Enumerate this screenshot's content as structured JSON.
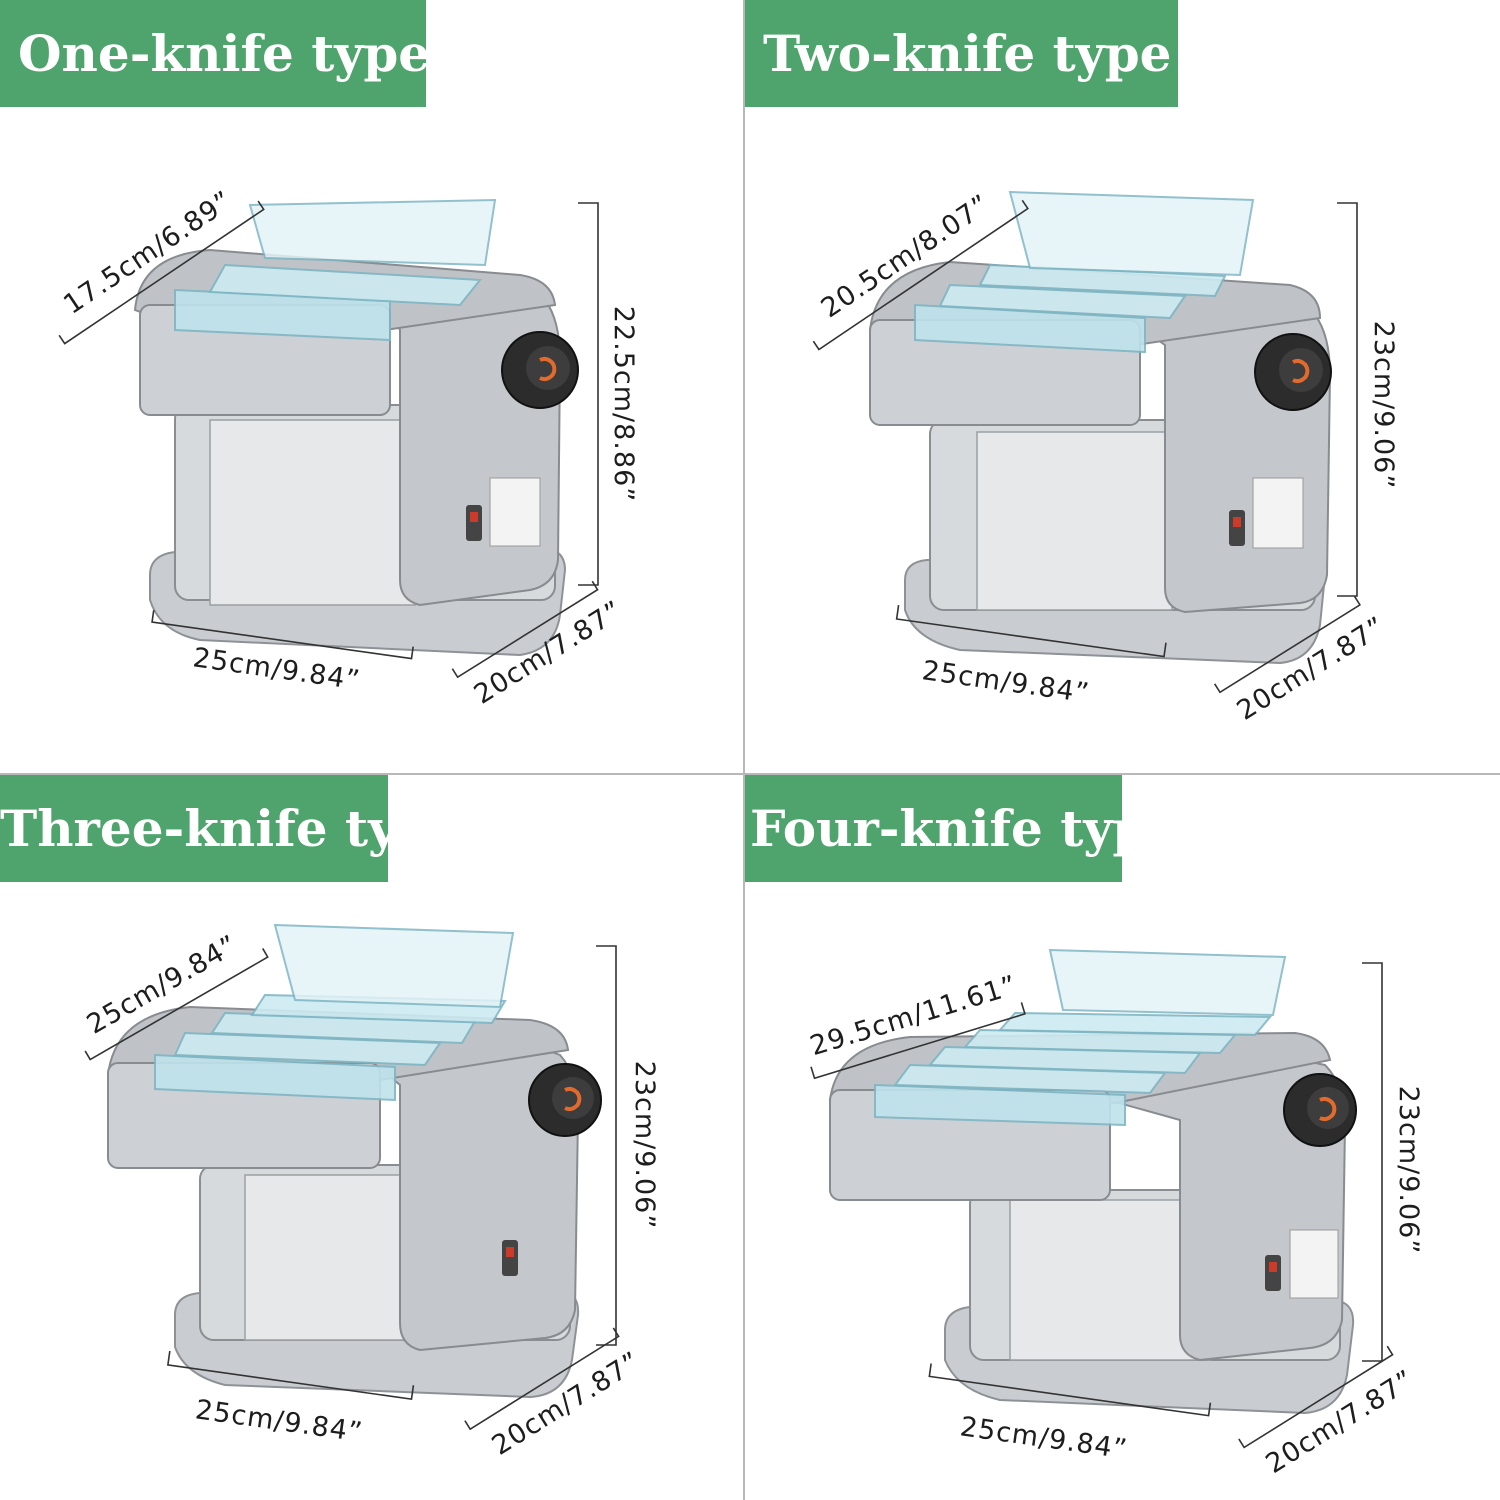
{
  "quadrants": [
    {
      "title": "One-knife type",
      "dims": {
        "depth": "17.5cm/6.89”",
        "height": "22.5cm/8.86”",
        "width": "25cm/9.84”",
        "base": "20cm/7.87”"
      }
    },
    {
      "title": "Two-knife type",
      "dims": {
        "depth": "20.5cm/8.07”",
        "height": "23cm/9.06”",
        "width": "25cm/9.84”",
        "base": "20cm/7.87”"
      }
    },
    {
      "title": "Three-knife type",
      "dims": {
        "depth": "25cm/9.84”",
        "height": "23cm/9.06”",
        "width": "25cm/9.84”",
        "base": "20cm/7.87”"
      }
    },
    {
      "title": "Four-knife type",
      "dims": {
        "depth": "29.5cm/11.61”",
        "height": "23cm/9.06”",
        "width": "25cm/9.84”",
        "base": "20cm/7.87”"
      }
    }
  ],
  "colors": {
    "label_bg": "#4fa36c",
    "label_text": "#ffffff",
    "metal": "#c8cbce",
    "glass": "#bfe3ec"
  },
  "icons": [
    "pasta-machine-image"
  ]
}
